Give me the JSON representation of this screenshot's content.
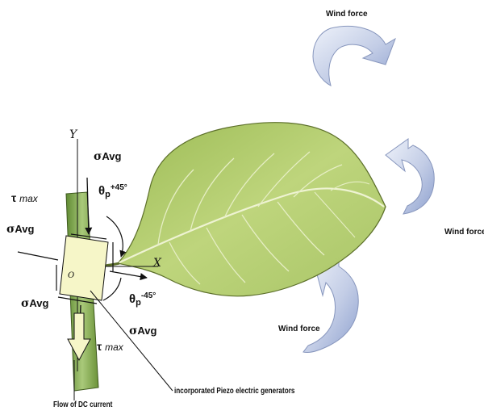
{
  "labels": {
    "wind_force_top": "Wind force",
    "wind_force_right": "Wind force",
    "wind_force_bottom": "Wind force",
    "axis_y": "Y",
    "axis_x": "X",
    "origin": "O",
    "sigma_symbol": "σ",
    "sigma_avg_text": "Avg",
    "tau_symbol": "τ",
    "tau_max_text": "max",
    "theta_symbol": "θ",
    "theta_sub": "p",
    "theta_plus": "+45°",
    "theta_minus": "-45°",
    "piezo_caption": "incorporated Piezo electric generators",
    "dc_caption": "Flow of DC current"
  },
  "colors": {
    "leaf_fill": "#b8cf72",
    "leaf_dark": "#8aa845",
    "leaf_vein": "#e8f0c8",
    "leaf_outline": "#5c6f2a",
    "stem_fill": "#7fa84a",
    "element_fill": "#f6f6c8",
    "wind_arrow_light": "#e9eef7",
    "wind_arrow_dark": "#9fb0d6",
    "line": "#111111"
  }
}
